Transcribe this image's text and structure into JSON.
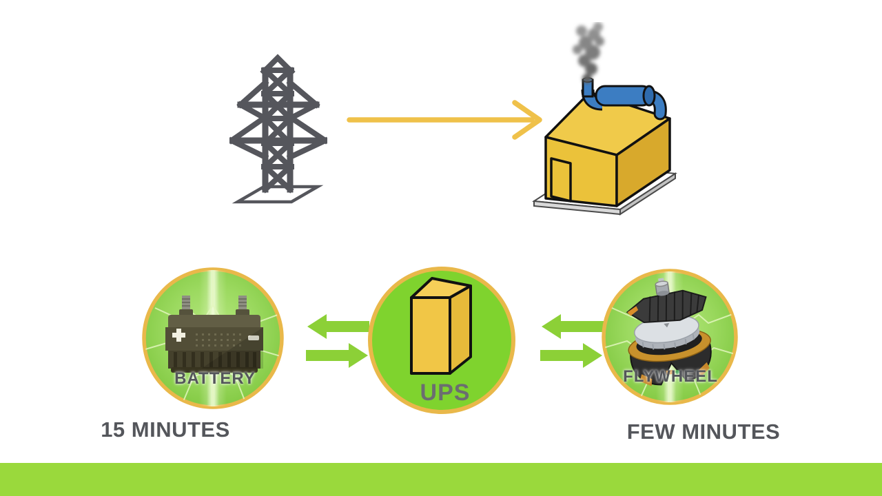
{
  "top_flow": {
    "grid": {
      "icon": "transmission-tower-icon"
    },
    "flow_arrow": {
      "icon": "power-flow-arrow-icon",
      "direction": "right"
    },
    "generator": {
      "icon": "generator-building-icon",
      "smoke": "exhaust-smoke-icon",
      "muffler": "muffler-pipe-icon"
    }
  },
  "backup_nodes": {
    "battery": {
      "label": "BATTERY",
      "runtime": "15 MINUTES",
      "icon": "battery-icon"
    },
    "ups": {
      "label": "UPS",
      "icon": "ups-box-icon"
    },
    "flywheel": {
      "label": "FLYWHEEL",
      "runtime": "FEW MINUTES",
      "icon": "flywheel-icon"
    }
  },
  "exchange_arrows": {
    "icon": "bidirectional-arrows-icon"
  },
  "colors": {
    "ring-gold": "#E9B84A",
    "ups-green": "#7FD32E",
    "soft-green": "#97D95A",
    "arrow-green": "#8CD037",
    "footer-green": "#9AD93C",
    "flow-yellow": "#EFC14A",
    "structure-gray": "#55565C",
    "label-gray": "#54565B",
    "box-yellow": "#EBC23A",
    "muffler-blue": "#3C7DC2"
  }
}
